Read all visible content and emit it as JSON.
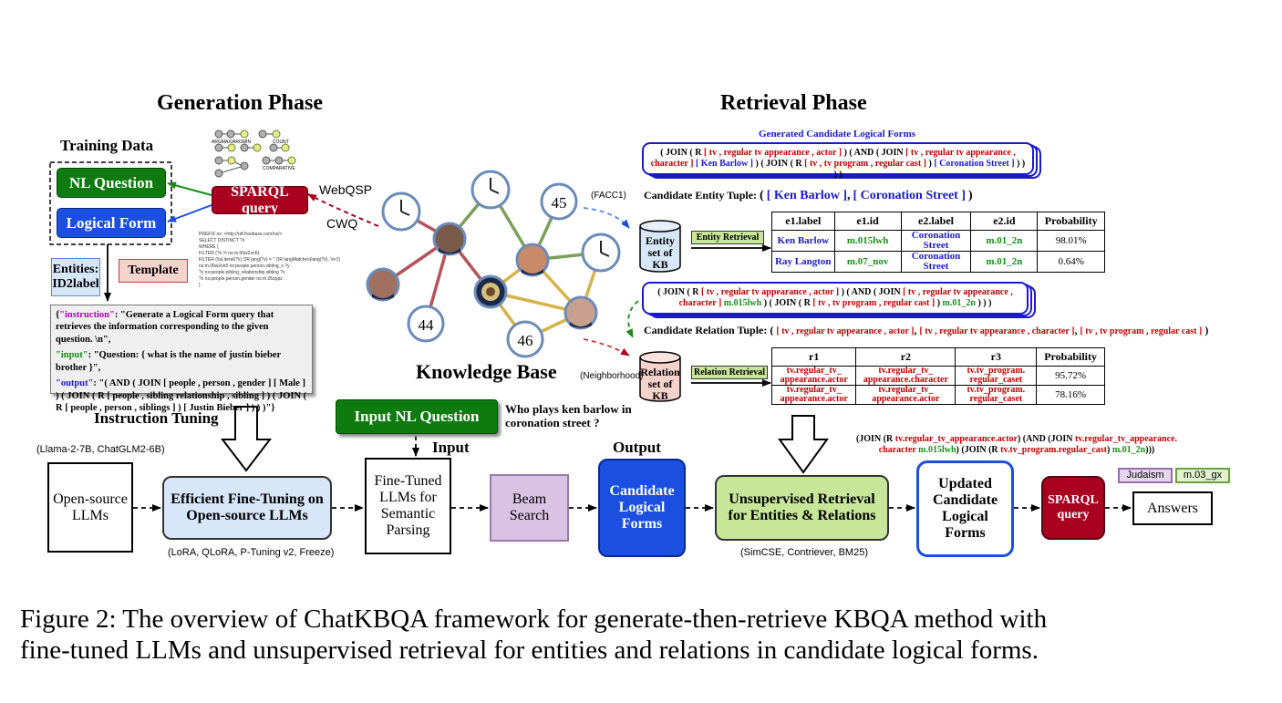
{
  "generation": {
    "title": "Generation Phase",
    "training_data": "Training Data",
    "nl_question": "NL Question",
    "logical_form": "Logical Form",
    "sparql_query": "SPARQL query",
    "webqsp": "WebQSP",
    "cwq": "CWQ",
    "entities": "Entities:",
    "id2label": "ID2label",
    "template": "Template",
    "sparql_snippet": [
      "PREFIX ns: <http://rdf.freebase.com/ns/>",
      "SELECT DISTINCT ?x",
      "WHERE {",
      "FILTER (?x != ns:m.06w2sn5)",
      "FILTER (!isLiteral(?x) OR lang(?x) = '' OR langMatches(lang(?x), 'en'))",
      "ns:m.06w2sn5 ns:people.person.sibling_s ?y .",
      "?y ns:people.sibling_relationship.sibling ?x .",
      "?x ns:people.person.gender ns:m.05zppz .",
      "}"
    ],
    "mini_graph_labels": [
      "ARGMAX/ARGMIN",
      "COUNT",
      "COMPARATIVE"
    ],
    "instruction_key": "\"instruction\"",
    "instruction_val": ": \"Generate a Logical Form query that retrieves the information corresponding to the given question. \\n\",",
    "input_key": "\"input\"",
    "input_val": ": \"Question: { what is the name of justin bieber brother }\",",
    "output_key": "\"output\"",
    "output_val": ": \"( AND ( JOIN [ people , person , gender ] [ Male ] ) ( JOIN ( R [ people , sibling relationship , sibling ] ) ( JOIN ( R [ people , person , siblings ] ) [ Justin Bieber ] ) ) )\"}",
    "instruction_tuning": "Instruction Tuning"
  },
  "kb": {
    "title": "Knowledge Base",
    "nodes": [
      "45",
      "44",
      "46"
    ],
    "facc1": "(FACC1)",
    "neighborhood": "(Neighborhood)"
  },
  "retrieval": {
    "title": "Retrieval Phase",
    "generated_title": "Generated Candidate Logical Forms",
    "lf1": {
      "a": "( JOIN ( R ",
      "b": "[ tv , regular tv appearance , actor ]",
      "c": " ) ( AND ( JOIN ",
      "d": "[ tv , regular tv appearance ,",
      "e": "character ]",
      "f": " [ Ken Barlow ]",
      "g": " ) ( JOIN ( R ",
      "h": "[ tv , tv program , regular cast ]",
      "i": " ) ",
      "j": "[ Coronation Street ]",
      "k": " ) ) ) )"
    },
    "entity_tuple_label": "Candidate Entity Tuple:",
    "entity_tuple_open": "(",
    "entity_tuple_a": "[ Ken Barlow ]",
    "entity_tuple_sep": ",",
    "entity_tuple_b": "[ Coronation Street ]",
    "entity_tuple_close": ")",
    "entity_kb": "Entity set of KB",
    "entity_retrieval": "Entity Retrieval",
    "entity_table": {
      "headers": [
        "e1.label",
        "e1.id",
        "e2.label",
        "e2.id",
        "Probability"
      ],
      "rows": [
        [
          "Ken Barlow",
          "m.015lwh",
          "Coronation Street",
          "m.01_2n",
          "98.01%"
        ],
        [
          "Ray Langton",
          "m.07_nov",
          "Coronation Street",
          "m.01_2n",
          "0.64%"
        ]
      ]
    },
    "lf2": {
      "a": "( JOIN ( R ",
      "b": "[ tv , regular tv appearance , actor ]",
      "c": " ) ( AND ( JOIN ",
      "d": "[ tv , regular tv appearance ,",
      "e": "character ]",
      "f": " m.015lwh",
      "g": " ) ( JOIN ( R ",
      "h": "[ tv , tv program , regular cast ]",
      "i": " ) ",
      "j": "m.01_2n",
      "k": " ) ) )"
    },
    "relation_tuple_label": "Candidate Relation Tuple:",
    "relation_tuple_open": "(",
    "relation_tuple_a": "[ tv , regular tv appearance , actor ]",
    "relation_tuple_b": "[ tv , regular tv appearance , character ]",
    "relation_tuple_c": "[ tv , tv program , regular cast ]",
    "relation_tuple_sep": ",",
    "relation_tuple_close": ")",
    "relation_kb": "Relation set of KB",
    "relation_retrieval": "Relation Retrieval",
    "relation_table": {
      "headers": [
        "r1",
        "r2",
        "r3",
        "Probability"
      ],
      "rows": [
        [
          "tv.regular_tv_ appearance.actor",
          "tv.regular_tv_ appearance.character",
          "tv.tv_program. regular_caset",
          "95.72%"
        ],
        [
          "tv.regular_tv_ appearance.actor",
          "tv.regular_tv_ appearance.actor",
          "tv.tv_program. regular_caset",
          "78.16%"
        ]
      ]
    },
    "final_lf": {
      "a": "(JOIN (R ",
      "b": "tv.regular_tv_appearance.actor",
      "c": ") (AND (JOIN ",
      "d": "tv.regular_tv_appearance.",
      "e": "character",
      "f": " m.015lwh",
      "g": ") (JOIN (R ",
      "h": "tv.tv_program.regular_cast",
      "i": ") ",
      "j": "m.01_2n",
      "k": ")))"
    }
  },
  "pipeline": {
    "base_models": "(Llama-2-7B, ChatGLM2-6B)",
    "open_source": "Open-source LLMs",
    "efficient_ft": "Efficient Fine-Tuning on Open-source LLMs",
    "ft_methods": "(LoRA, QLoRA, P-Tuning v2, Freeze)",
    "input_nl": "Input NL Question",
    "question_text": "Who plays ken barlow in coronation street ?",
    "input_label": "Input",
    "fine_tuned": "Fine-Tuned LLMs for Semantic Parsing",
    "beam": "Beam Search",
    "output_label": "Output",
    "candidate_lf": "Candidate Logical Forms",
    "unsup": "Unsupervised Retrieval for Entities & Relations",
    "retrievers": "(SimCSE, Contriever, BM25)",
    "updated": "Updated Candidate Logical Forms",
    "sparql": "SPARQL query",
    "answers": "Answers",
    "answer_chip_1": "Judaism",
    "answer_chip_2": "m.03_gx"
  },
  "caption": {
    "line1": "Figure 2: The overview of ChatKBQA framework for generate-then-retrieve KBQA method with",
    "line2": "fine-tuned LLMs and unsupervised retrieval for entities and relations in candidate logical forms."
  },
  "colors": {
    "green_box": "#0e7a10",
    "blue_box": "#1a4fe0",
    "crimson": "#a8001e",
    "light_blue": "#d7e6f8",
    "lime": "#c8e69a",
    "lavender": "#d9c2e3",
    "salmon": "#f6d2cc"
  }
}
